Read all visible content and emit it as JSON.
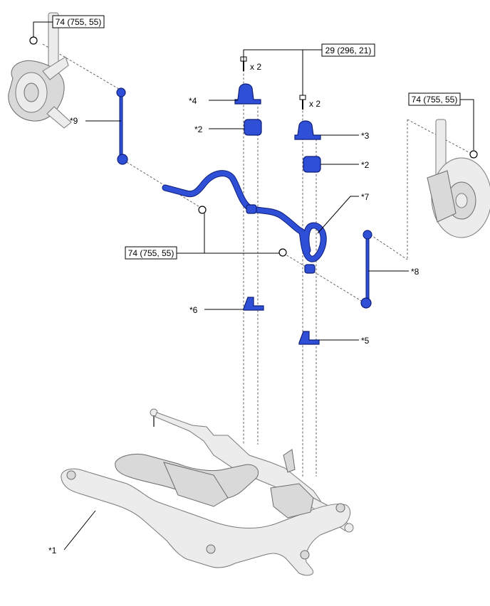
{
  "torque": {
    "top_left": "74 (755, 55)",
    "top_center": "29 (296, 21)",
    "right": "74 (755, 55)",
    "middle": "74 (755, 55)"
  },
  "qty": {
    "bolt_left": "x 2",
    "bolt_right": "x 2"
  },
  "callouts": {
    "c1": "*1",
    "c2_left": "*2",
    "c2_right": "*2",
    "c3": "*3",
    "c4": "*4",
    "c5": "*5",
    "c6": "*6",
    "c7": "*7",
    "c8": "*8",
    "c9": "*9"
  },
  "colors": {
    "part_highlight": "#2e4fd6",
    "part_outline": "#0f1f7a",
    "background_part": "#d9d9d9"
  },
  "icons": [
    "nut-icon",
    "bolt-icon",
    "steering-knuckle-icon",
    "brake-disc-icon",
    "stabilizer-bar-icon",
    "stabilizer-link-icon",
    "bushing-icon",
    "bracket-icon",
    "front-suspension-crossmember-icon",
    "steering-gear-icon"
  ]
}
